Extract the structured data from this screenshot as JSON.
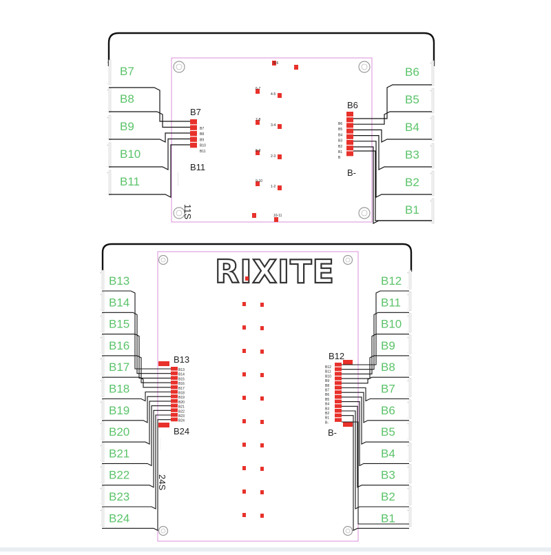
{
  "boards": [
    {
      "id": "board-11s",
      "series_label": "11S",
      "left_cells": [
        "B7",
        "B8",
        "B9",
        "B10",
        "B11"
      ],
      "right_cells": [
        "B6",
        "B5",
        "B4",
        "B3",
        "B2",
        "B1"
      ],
      "left_header_top": "B7",
      "left_header_bottom": "B11",
      "left_pins": [
        "B7",
        "B8",
        "B9",
        "B10",
        "B11"
      ],
      "right_header_top": "B6",
      "right_header_bottom": "B-",
      "right_pins": [
        "B6",
        "B5",
        "B4",
        "B3",
        "B2",
        "B1",
        "B"
      ],
      "center_labels": [
        "5-6",
        "6-7",
        "4-5",
        "7-8",
        "3-4",
        "8-9",
        "2-3",
        "9-10",
        "1-2",
        "10-11"
      ]
    },
    {
      "id": "board-24s",
      "series_label": "24S",
      "brand": "RIXITE",
      "left_cells": [
        "B13",
        "B14",
        "B15",
        "B16",
        "B17",
        "B18",
        "B19",
        "B20",
        "B21",
        "B22",
        "B23",
        "B24"
      ],
      "right_cells": [
        "B12",
        "B11",
        "B10",
        "B9",
        "B8",
        "B7",
        "B6",
        "B5",
        "B4",
        "B3",
        "B2",
        "B1"
      ],
      "left_header_top": "B13",
      "left_header_bottom": "B24",
      "left_pins": [
        "B13",
        "B14",
        "B15",
        "B16",
        "B17",
        "B18",
        "B19",
        "B20",
        "B21",
        "B22",
        "B23",
        "B24"
      ],
      "right_header_top": "B12",
      "right_header_bottom": "B-",
      "right_pins": [
        "B12",
        "B11",
        "B10",
        "B9",
        "B8",
        "B7",
        "B6",
        "B5",
        "B4",
        "B3",
        "B2",
        "B1",
        "B-"
      ]
    }
  ],
  "colors": {
    "cell_label": "#5bc36a",
    "pad_red": "#e8312b",
    "board_outline": "#d98fd8",
    "wire": "#111111"
  }
}
